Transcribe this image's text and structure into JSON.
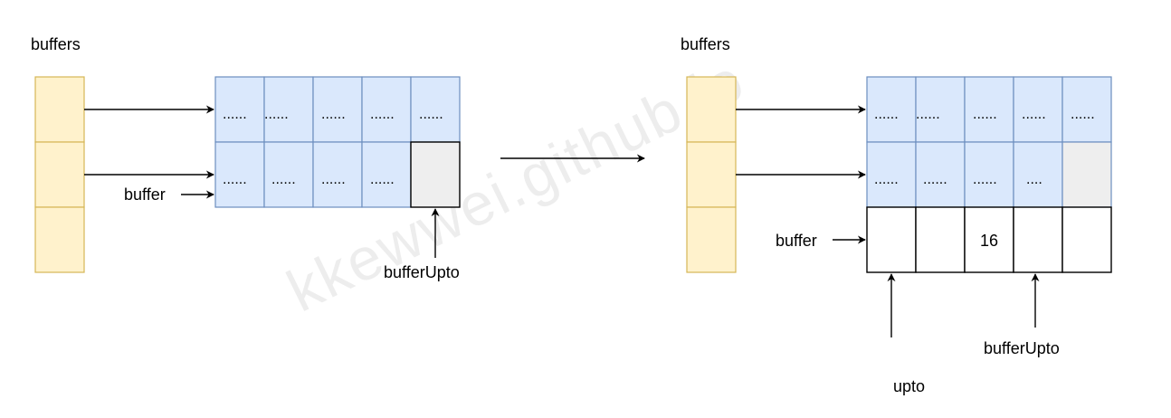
{
  "colors": {
    "buffers_fill": "#fff2cc",
    "buffers_stroke": "#d6b656",
    "cell_fill": "#dae8fc",
    "cell_stroke": "#6c8ebf",
    "empty_fill": "#eeeeee",
    "new_cell_fill": "#ffffff",
    "stroke_dark": "#000000"
  },
  "watermark": "kkewwei.github.io",
  "left": {
    "buffers_label": "buffers",
    "buffer_label": "buffer",
    "buffer_upto_label": "bufferUpto",
    "row1": [
      "......",
      "......",
      "......",
      "......",
      "......"
    ],
    "row2": [
      "......",
      "......",
      "......",
      "......",
      ""
    ]
  },
  "right": {
    "buffers_label": "buffers",
    "buffer_label": "buffer",
    "buffer_upto_label": "bufferUpto",
    "upto_label": "upto",
    "row1": [
      "......",
      "......",
      "......",
      "......",
      "......"
    ],
    "row2": [
      "......",
      "......",
      "......",
      "....",
      ""
    ],
    "row3": [
      "",
      "",
      "16",
      "",
      ""
    ]
  }
}
